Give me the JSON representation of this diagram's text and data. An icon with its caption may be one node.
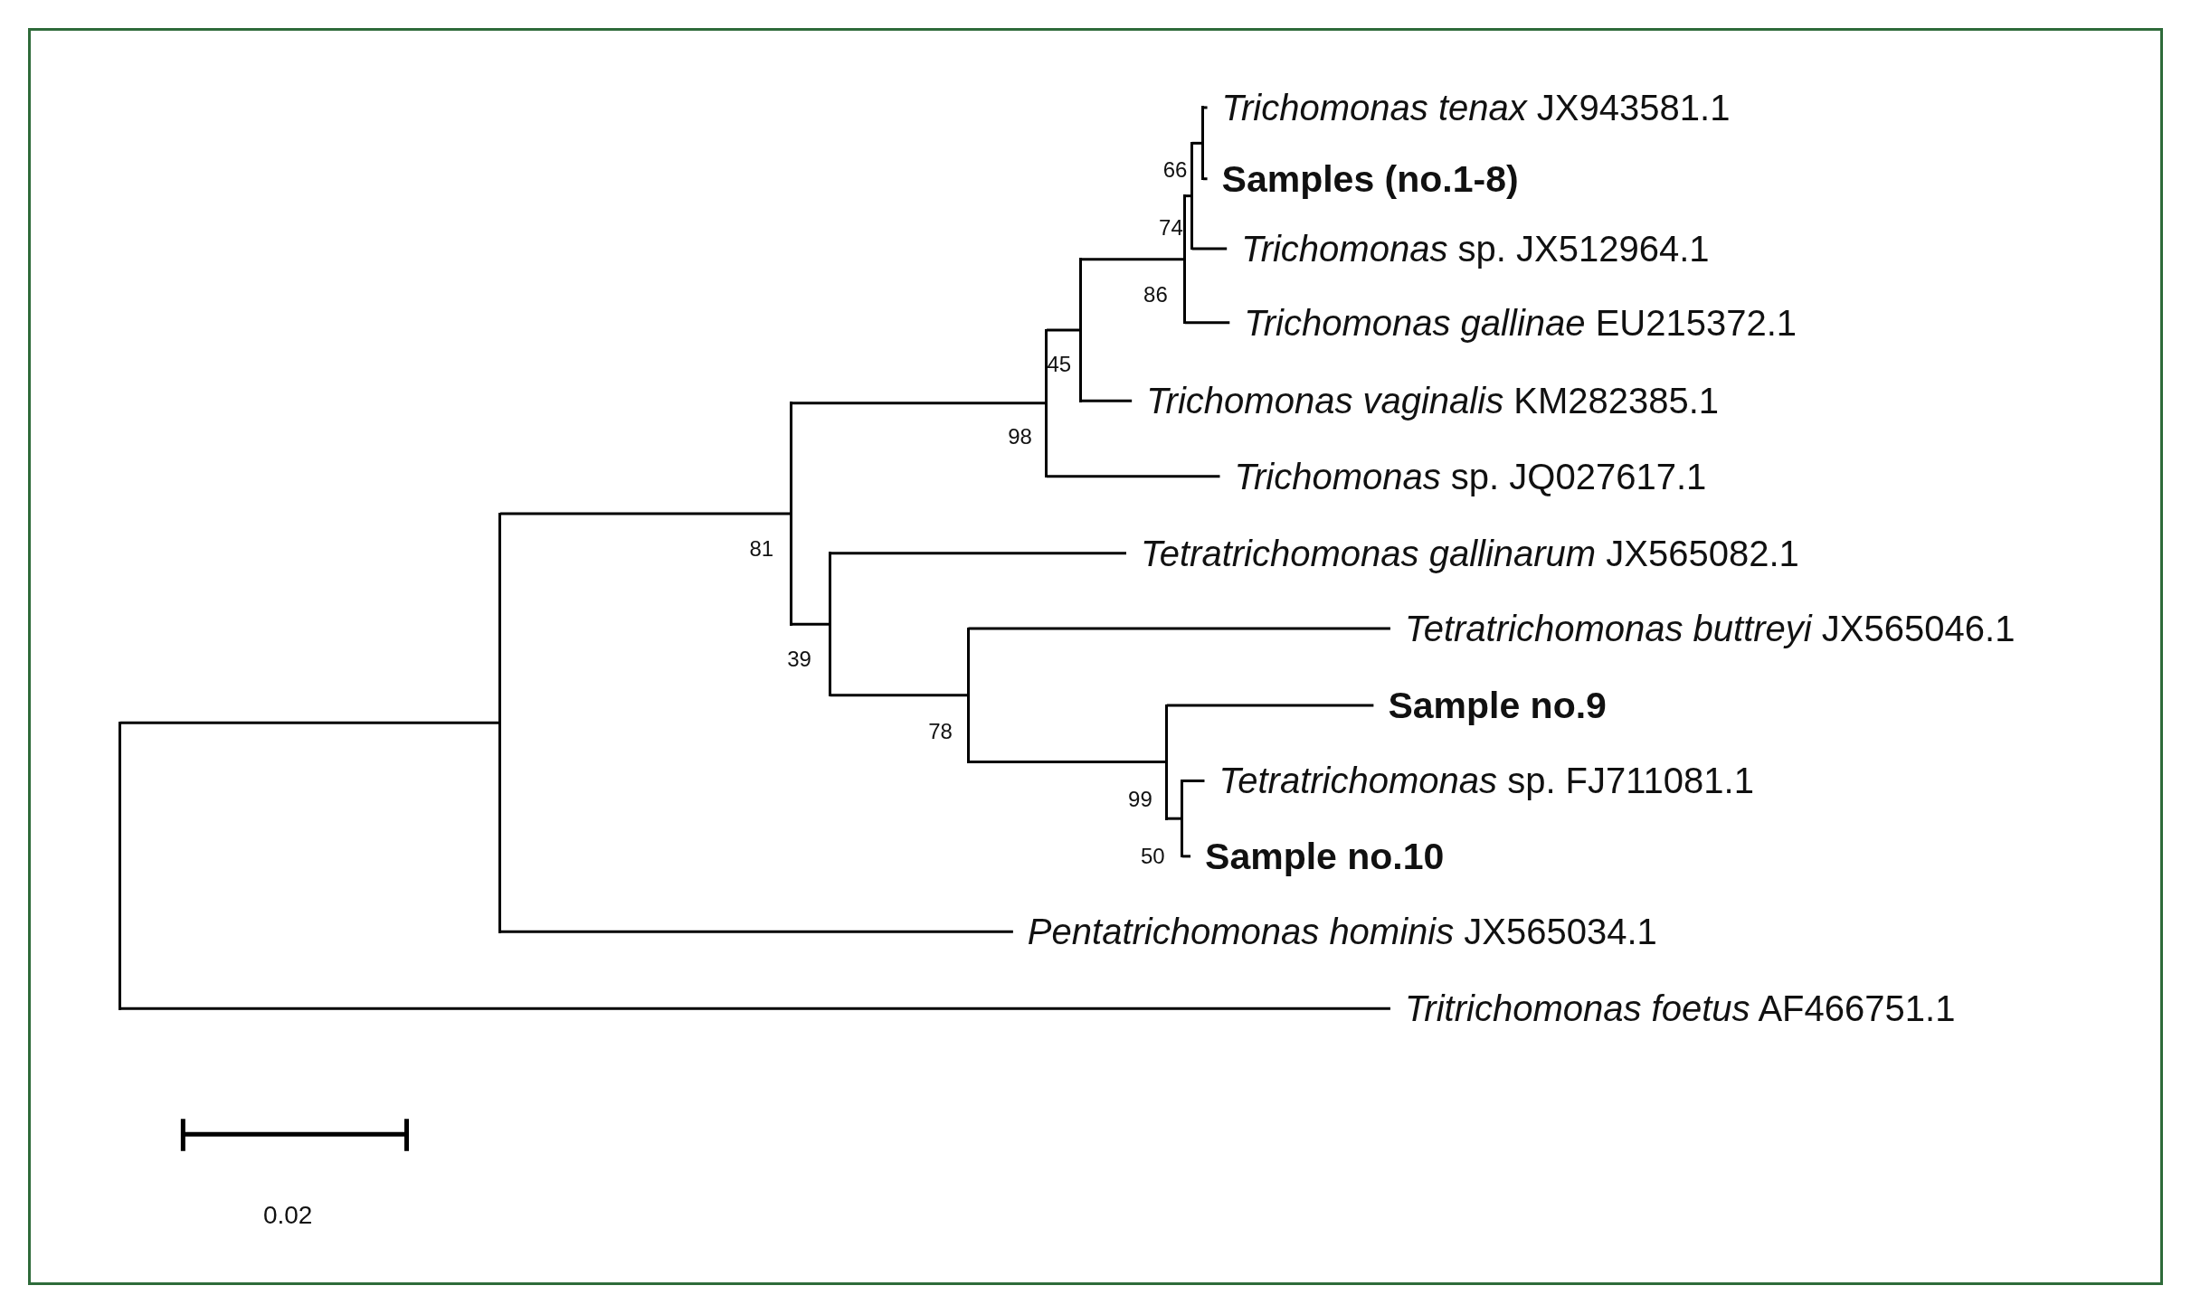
{
  "diagram": {
    "nodes": [
      {
        "text": [
          "*Trichomonas tenax* JX943581.1"
        ]
      },
      {
        "text": [
          "**Samples (no.1-8)**"
        ]
      },
      {
        "text": [
          "*Trichomonas* sp. JX512964.1"
        ]
      },
      {
        "text": [
          "*Trichomonas gallinae* EU215372.1"
        ]
      },
      {
        "text": [
          "*Trichomonas vaginalis* KM282385.1"
        ]
      },
      {
        "text": [
          "*Trichomonas* sp. JQ027617.1"
        ]
      },
      {
        "text": [
          "*Tetratrichomonas gallinarum* JX565082.1"
        ]
      },
      {
        "text": [
          "*Tetratrichomonas buttreyi* JX565046.1"
        ]
      },
      {
        "text": [
          "**Sample no.9**"
        ]
      },
      {
        "text": [
          "*Tetratrichomonas* sp. FJ711081.1"
        ]
      },
      {
        "text": [
          "**Sample no.10**"
        ]
      },
      {
        "text": [
          "*Pentatrichomonas hominis* JX565034.1"
        ]
      },
      {
        "text": [
          "*Tritrichomonas foetus* AF466751.1"
        ]
      },
      {
        "text": [],
        "shape": "bar"
      },
      {
        "text": [],
        "shape": "bar"
      },
      {
        "text": [],
        "shape": "bar",
        "beside": [
          "81"
        ]
      },
      {
        "text": [],
        "shape": "bar",
        "beside": [
          "39"
        ]
      },
      {
        "text": [],
        "shape": "bar",
        "beside": [
          "78"
        ]
      },
      {
        "text": [],
        "shape": "bar",
        "beside": [
          "98"
        ]
      },
      {
        "text": [],
        "shape": "bar",
        "beside": [
          "45"
        ]
      },
      {
        "text": [],
        "shape": "bar",
        "beside": [
          "99"
        ]
      },
      {
        "text": [],
        "shape": "bar",
        "beside": [
          "50"
        ]
      },
      {
        "text": [],
        "shape": "bar",
        "beside": [
          "86"
        ]
      },
      {
        "text": [],
        "shape": "bar",
        "beside": [
          "74"
        ]
      },
      {
        "text": [],
        "shape": "bar",
        "beside": [
          "66"
        ]
      }
    ],
    "edges": [
      {
        "from": 13,
        "to": 14,
        "arrow": "none"
      },
      {
        "from": 13,
        "to": 12,
        "arrow": "none"
      },
      {
        "from": 14,
        "to": 15,
        "arrow": "none"
      },
      {
        "from": 14,
        "to": 11,
        "arrow": "none"
      },
      {
        "from": 15,
        "to": 18,
        "arrow": "none"
      },
      {
        "from": 15,
        "to": 16,
        "arrow": "none"
      },
      {
        "from": 18,
        "to": 19,
        "arrow": "none"
      },
      {
        "from": 18,
        "to": 5,
        "arrow": "none"
      },
      {
        "from": 19,
        "to": 22,
        "arrow": "none"
      },
      {
        "from": 19,
        "to": 4,
        "arrow": "none"
      },
      {
        "from": 22,
        "to": 23,
        "arrow": "none"
      },
      {
        "from": 22,
        "to": 3,
        "arrow": "none"
      },
      {
        "from": 23,
        "to": 24,
        "arrow": "none"
      },
      {
        "from": 23,
        "to": 2,
        "arrow": "none"
      },
      {
        "from": 24,
        "to": 0,
        "arrow": "none"
      },
      {
        "from": 24,
        "to": 1,
        "arrow": "none"
      },
      {
        "from": 16,
        "to": 6,
        "arrow": "none"
      },
      {
        "from": 16,
        "to": 17,
        "arrow": "none"
      },
      {
        "from": 17,
        "to": 7,
        "arrow": "none"
      },
      {
        "from": 17,
        "to": 20,
        "arrow": "none"
      },
      {
        "from": 20,
        "to": 8,
        "arrow": "none"
      },
      {
        "from": 20,
        "to": 21,
        "arrow": "none"
      },
      {
        "from": 21,
        "to": 9,
        "arrow": "none"
      },
      {
        "from": 21,
        "to": 10,
        "arrow": "none"
      }
    ],
    "labels": [
      "0.02"
    ]
  }
}
